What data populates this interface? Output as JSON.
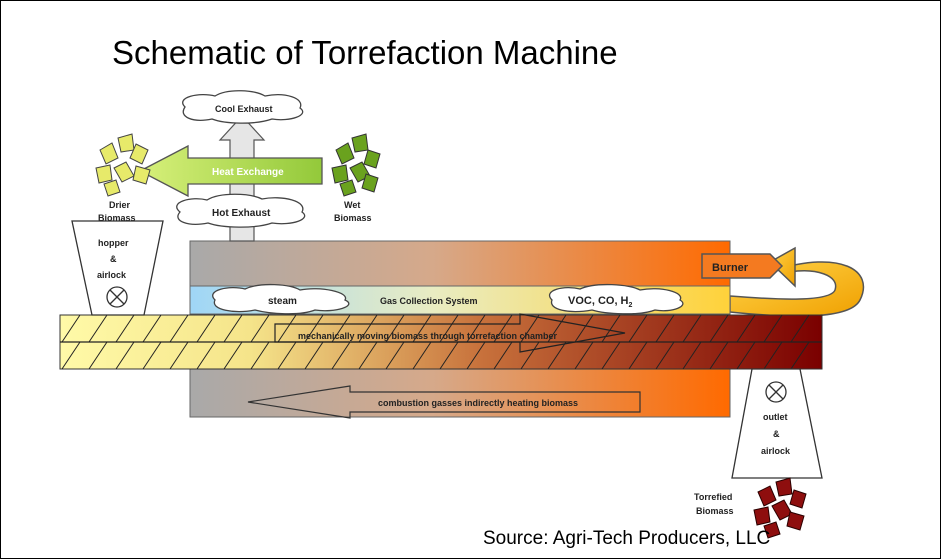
{
  "title": "Schematic of Torrefaction Machine",
  "source": "Source: Agri-Tech Producers, LLC",
  "labels": {
    "cool_exhaust": "Cool Exhaust",
    "heat_exchange": "Heat Exchange",
    "hot_exhaust": "Hot Exhaust",
    "drier": "Drier",
    "drier_biomass": "Biomass",
    "wet": "Wet",
    "wet_biomass": "Biomass",
    "hopper_1": "hopper",
    "hopper_2": "&",
    "hopper_3": "airlock",
    "burner": "Burner",
    "steam": "steam",
    "gas_collection": "Gas Collection System",
    "voc": "VOC, CO, H",
    "voc_sub": "2",
    "moving": "mechanically moving biomass through torrefaction chamber",
    "combustion": "combustion gasses indirectly heating biomass",
    "outlet_1": "outlet",
    "outlet_2": "&",
    "outlet_3": "airlock",
    "torrefied": "Torrefied",
    "torrefied_biomass": "Biomass"
  },
  "colors": {
    "chamber_left": "#a9a9a9",
    "chamber_right": "#ff6a00",
    "gas_left": "#9fd6f7",
    "gas_right": "#ffd23a",
    "screw_left": "#fffaa8",
    "screw_right": "#7a0000",
    "burner_fill": "#f47a20",
    "return_fill": "#f3b300",
    "heat_exchange_fill": "#b5e255",
    "drier_biomass": "#e7ea6a",
    "wet_biomass": "#6aa21e",
    "torrefied_biomass": "#8e0e0e"
  }
}
